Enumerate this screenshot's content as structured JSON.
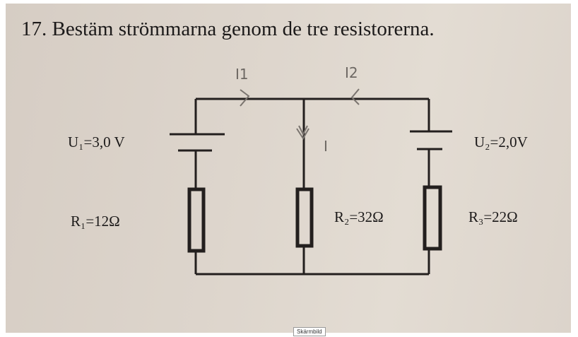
{
  "problem": {
    "title": "17. Bestäm strömmarna genom de tre resistorerna.",
    "labels": {
      "u1": "U₁=3,0 V",
      "u2": "U₂=2,0V",
      "r1": "R₁=12Ω",
      "r2": "R₂=32Ω",
      "r3": "R₃=22Ω"
    },
    "handwritten": {
      "i1": "I1",
      "i2": "I2",
      "i": "I"
    }
  },
  "overlay": {
    "tag": "Skärmbild"
  }
}
